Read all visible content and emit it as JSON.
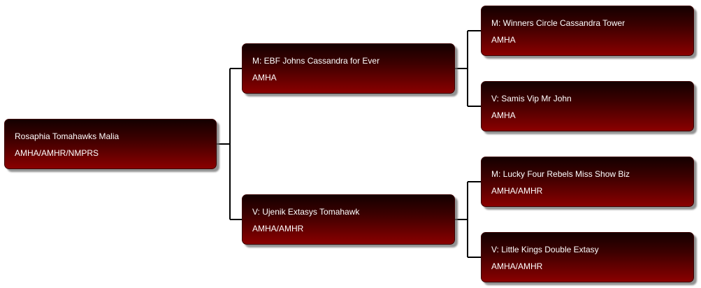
{
  "pedigree": {
    "subject": {
      "name": "Rosaphia Tomahawks Malia",
      "registry": "AMHA/AMHR/NMPRS"
    },
    "dam": {
      "name": "M: EBF Johns Cassandra for Ever",
      "registry": "AMHA",
      "dam": {
        "name": "M: Winners Circle Cassandra Tower",
        "registry": "AMHA"
      },
      "sire": {
        "name": "V: Samis Vip Mr John",
        "registry": "AMHA"
      }
    },
    "sire": {
      "name": "V: Ujenik Extasys Tomahawk",
      "registry": "AMHA/AMHR",
      "dam": {
        "name": "M: Lucky Four Rebels Miss Show Biz",
        "registry": "AMHA/AMHR"
      },
      "sire": {
        "name": "V: Little Kings Double Extasy",
        "registry": "AMHA/AMHR"
      }
    }
  },
  "colors": {
    "box_top": "#140000",
    "box_bottom": "#8a0000",
    "connector": "#000000",
    "text": "#ffffff"
  }
}
